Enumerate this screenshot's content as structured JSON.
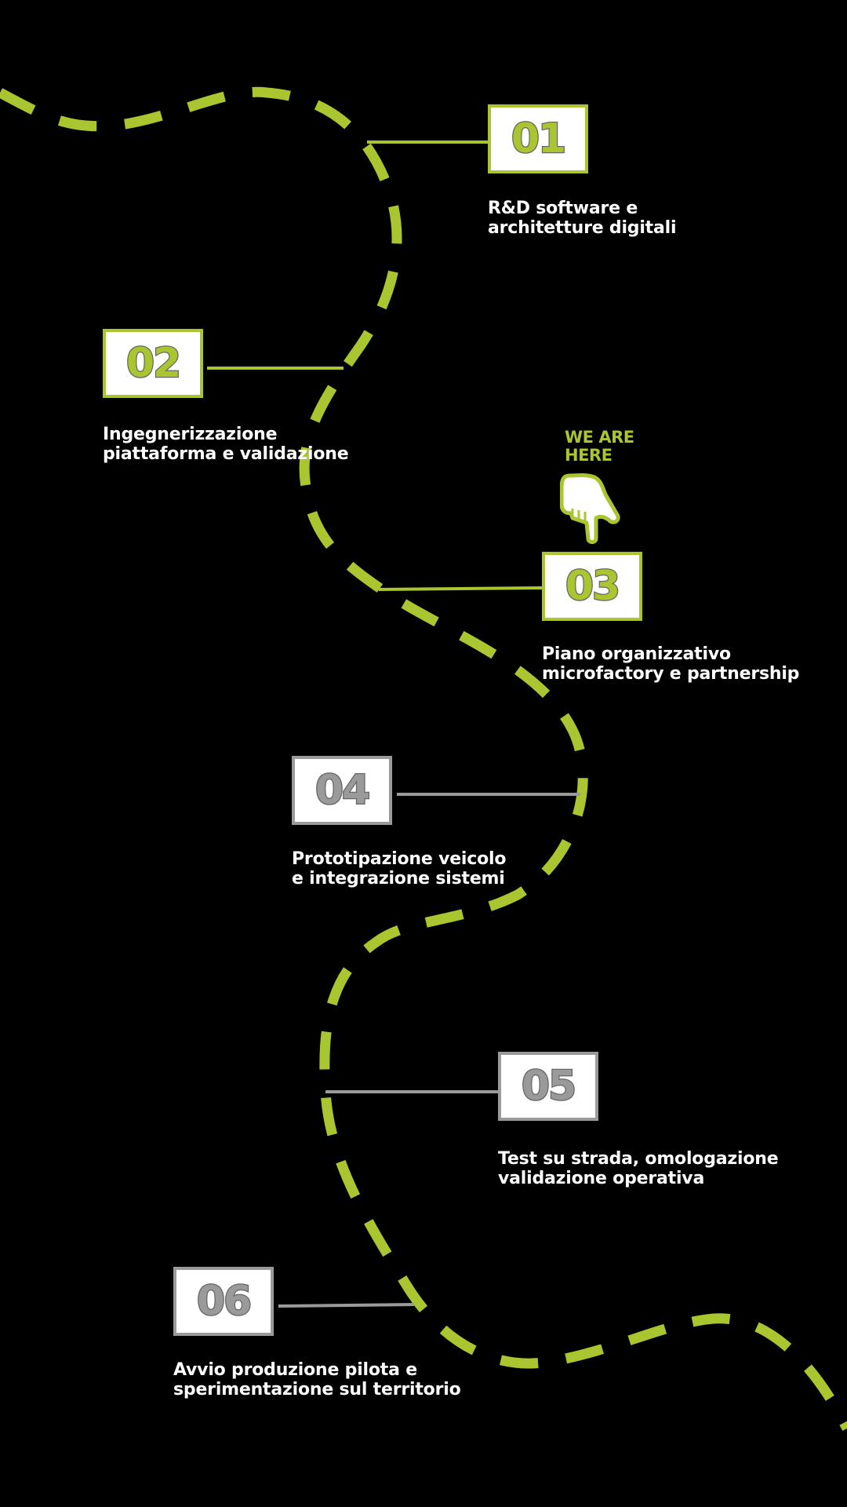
{
  "colors": {
    "background": "#000000",
    "accent": "#a9c52f",
    "inactive": "#9a9a9a",
    "text": "#ffffff"
  },
  "marker": {
    "text_line1": "WE ARE",
    "text_line2": "HERE",
    "icon": "pointing-hand-down-icon",
    "current_step": "03"
  },
  "steps": [
    {
      "number": "01",
      "status": "completed",
      "label_line1": "R&D software e",
      "label_line2": "architetture digitali"
    },
    {
      "number": "02",
      "status": "completed",
      "label_line1": "Ingegnerizzazione",
      "label_line2": "piattaforma e validazione"
    },
    {
      "number": "03",
      "status": "current",
      "label_line1": "Piano organizzativo",
      "label_line2": "microfactory e partnership"
    },
    {
      "number": "04",
      "status": "upcoming",
      "label_line1": "Prototipazione veicolo",
      "label_line2": "e integrazione sistemi"
    },
    {
      "number": "05",
      "status": "upcoming",
      "label_line1": "Test su strada, omologazione",
      "label_line2": "validazione operativa"
    },
    {
      "number": "06",
      "status": "upcoming",
      "label_line1": "Avvio produzione pilota e",
      "label_line2": "sperimentazione sul territorio"
    }
  ]
}
